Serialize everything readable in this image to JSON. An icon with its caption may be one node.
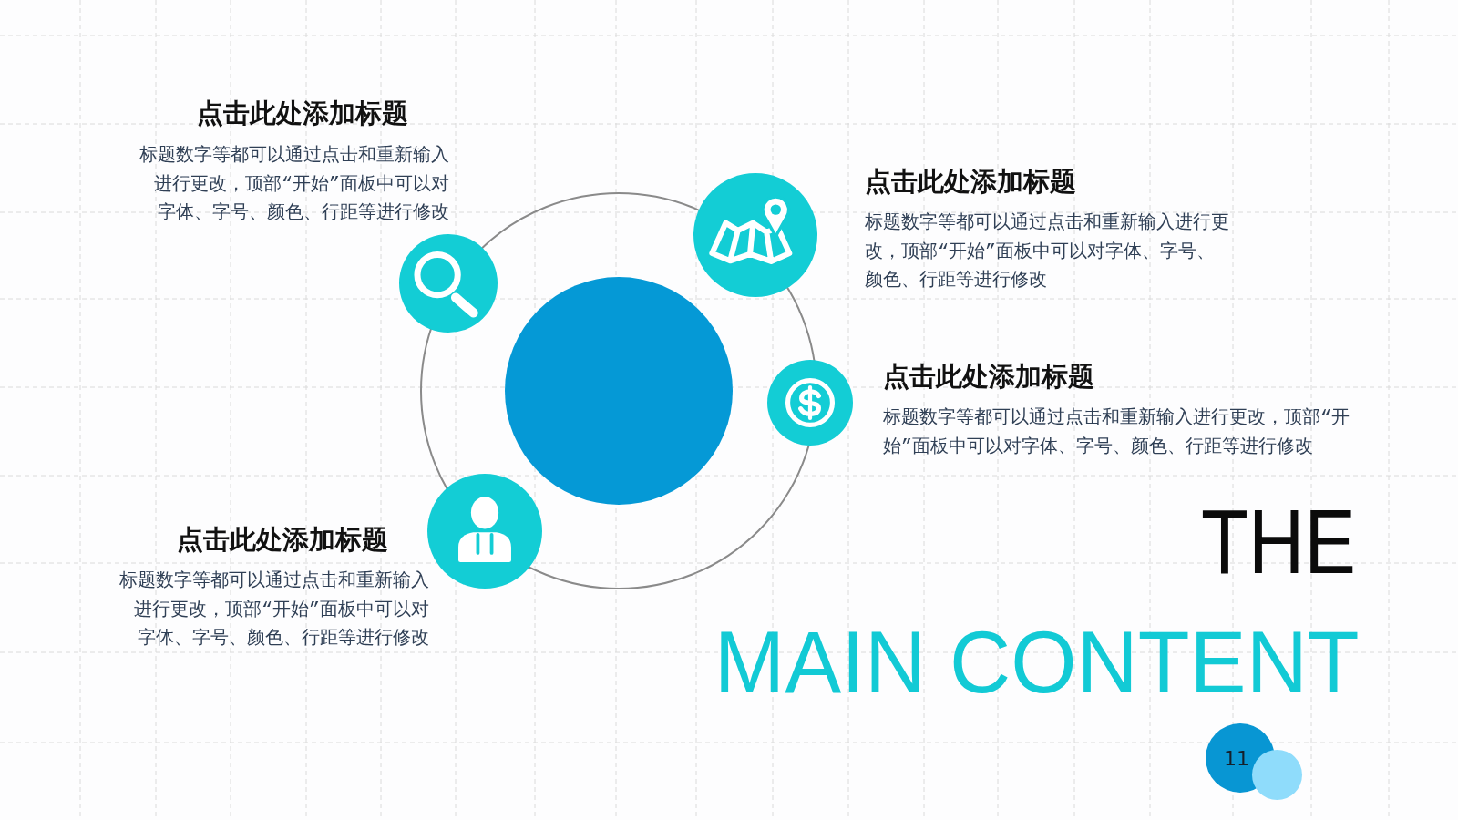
{
  "diagram": {
    "nodes": [
      {
        "text": [
          "点击此处添加标题",
          "标题数字等都可以通过点击和重新输入进行更改，顶部“开始”面板中可以对字体、字号、颜色、行距等进行修改"
        ]
      },
      {
        "text": [
          "点击此处添加标题",
          "标题数字等都可以通过点击和重新输入进行更改，顶部“开始”面板中可以对字体、字号、颜色、行距等进行修改"
        ]
      },
      {
        "text": [],
        "shape": "circle"
      },
      {
        "text": [
          "点击此处添加标题",
          "标题数字等都可以通过点击和重新输入进行更改，顶部“开始”面板中可以对字体、字号、颜色、行距等进行修改"
        ]
      },
      {
        "text": [
          "点击此处添加标题",
          "标题数字等都可以通过点击和重新输入进行更改，顶部“开始”面板中可以对字体、字号、颜色、行距等进行修改"
        ]
      },
      {
        "text": [
          "11"
        ]
      }
    ],
    "labels": [
      "THE",
      "MAIN CONTENT"
    ]
  }
}
